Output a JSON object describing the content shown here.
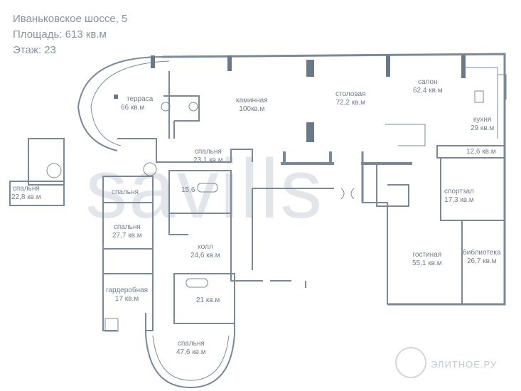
{
  "header": {
    "address": "Иваньковское шоссе, 5",
    "area": "Площадь: 613 кв.м",
    "floor": "Этаж: 23"
  },
  "rooms": {
    "terrace": {
      "name": "терраса",
      "area": "66 кв.м"
    },
    "fireplace": {
      "name": "каминная",
      "area": "100кв.м"
    },
    "dining": {
      "name": "столовая",
      "area": "72,2 кв.м"
    },
    "salon": {
      "name": "салон",
      "area": "62,4 кв.м"
    },
    "kitchen": {
      "name": "кухня",
      "area": "29 кв.м"
    },
    "small": {
      "area": "12,6 кв.м"
    },
    "bedroom_left": {
      "name": "спальня",
      "area": "22,8 кв.м"
    },
    "bedroom_23": {
      "name": "спальня",
      "area": "23,1 кв.м"
    },
    "bath_156": {
      "area": "15,6"
    },
    "bedroom_a": {
      "name": "спальня"
    },
    "bedroom_277": {
      "name": "спальня",
      "area": "27,7 кв.м"
    },
    "hall": {
      "name": "холл",
      "area": "24,6 кв.м"
    },
    "wardrobe": {
      "name": "гардеробная",
      "area": "17 кв.м"
    },
    "bath_21": {
      "area": "21 кв.м"
    },
    "bedroom_476": {
      "name": "спальня",
      "area": "47,6 кв.м"
    },
    "gym": {
      "name": "спортзал",
      "area": "17,3 кв.м"
    },
    "living": {
      "name": "гостиная",
      "area": "55,1 кв.м"
    },
    "library": {
      "name": "библиотека",
      "area": "26,7 кв.м"
    }
  },
  "watermark": "savills",
  "logo": "ЭЛИТНОЕ.РУ",
  "colors": {
    "wall": "#7b8898",
    "column": "#6b7888",
    "bg": "#ffffff"
  }
}
